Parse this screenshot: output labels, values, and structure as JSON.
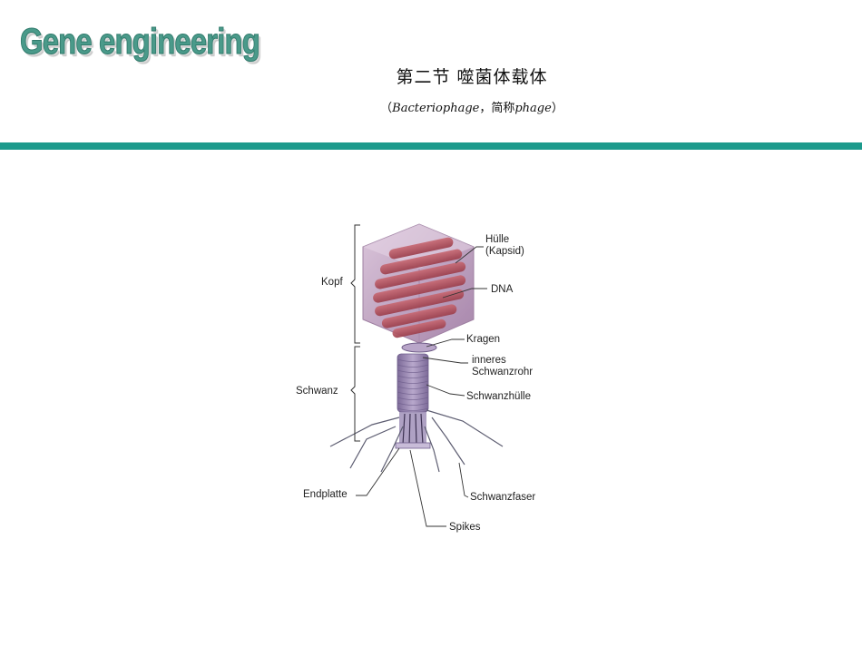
{
  "header": {
    "logo": "Gene engineering",
    "title": "第二节 噬菌体载体",
    "subtitle_open": "（",
    "subtitle_latin": "Bacteriophage",
    "subtitle_mid": "，简称",
    "subtitle_short": "phage",
    "subtitle_close": "）"
  },
  "colors": {
    "accent": "#1c9a8c",
    "logo": "#4a9a8a",
    "capsid": "#b08cb0",
    "dna": "#b0505c",
    "tail": "#8a78a6"
  },
  "figure": {
    "labels": {
      "kopf": "Kopf",
      "schwanz": "Schwanz",
      "huelle_1": "Hülle",
      "huelle_2": "(Kapsid)",
      "dna": "DNA",
      "kragen": "Kragen",
      "inneres_1": "inneres",
      "inneres_2": "Schwanzrohr",
      "schwanzhuelle": "Schwanzhülle",
      "endplatte": "Endplatte",
      "schwanzfaser": "Schwanzfaser",
      "spikes": "Spikes"
    }
  }
}
